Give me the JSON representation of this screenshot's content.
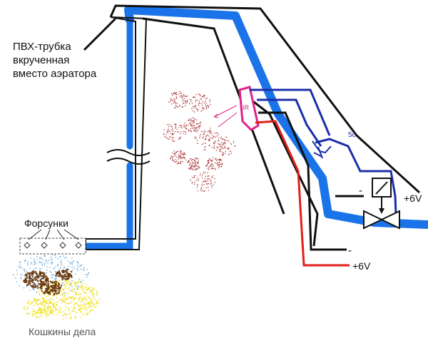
{
  "labels": {
    "tube": [
      "ПВХ-трубка",
      "вкрученная",
      "вместо аэратора"
    ],
    "nozzles": "Форсунки",
    "cat_stuff": "Кошкины дела",
    "ir": "IR",
    "timer": "5c",
    "valve_minus": "-",
    "valve_plus": "+6V",
    "supply_minus": "-",
    "supply_plus": "+6V"
  },
  "colors": {
    "water": "#1a73e8",
    "wire_black": "#111111",
    "wire_red": "#e0201a",
    "wire_blue": "#1c2fa8",
    "ir_sensor": "#e0218a",
    "motion": "#a83232",
    "spray": "#6aa6d8",
    "dirt": "#6b3a10",
    "sand": "#f0e020",
    "label_gray": "#555555"
  }
}
